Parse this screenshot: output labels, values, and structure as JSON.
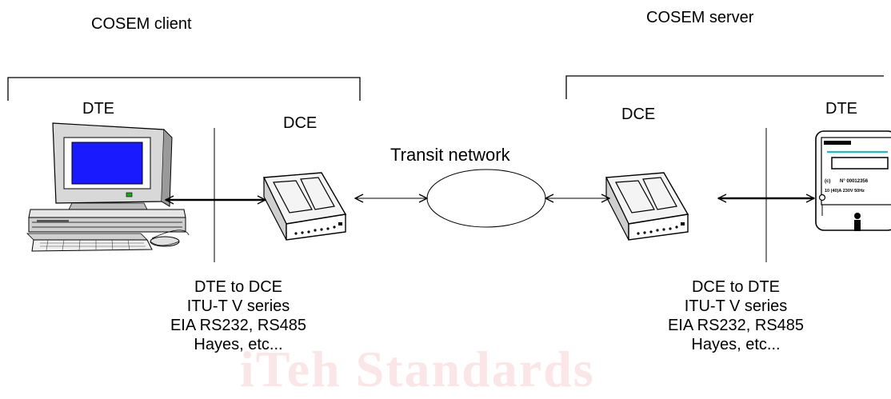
{
  "client": {
    "title": "COSEM client",
    "dte_label": "DTE",
    "dce_label": "DCE"
  },
  "server": {
    "title": "COSEM server",
    "dce_label": "DCE",
    "dte_label": "DTE"
  },
  "network": {
    "label": "Transit network"
  },
  "interface_left": {
    "lines": [
      "DTE to DCE",
      "ITU-T V series",
      "EIA RS232, RS485",
      "Hayes, etc..."
    ]
  },
  "interface_right": {
    "lines": [
      "DCE to DTE",
      "ITU-T V series",
      "EIA RS232, RS485",
      "Hayes, etc..."
    ]
  },
  "meter": {
    "serial": "N° 00012356",
    "rating": "10 (40)A 230V 50Hz",
    "class": "(c)"
  },
  "watermark": {
    "text": "iTeh Standards"
  },
  "colors": {
    "monitor_screen": "#1a1aff",
    "meter_stripe": "#16c0c8",
    "power_led": "#18a818",
    "watermark": "#f6c9c9"
  }
}
